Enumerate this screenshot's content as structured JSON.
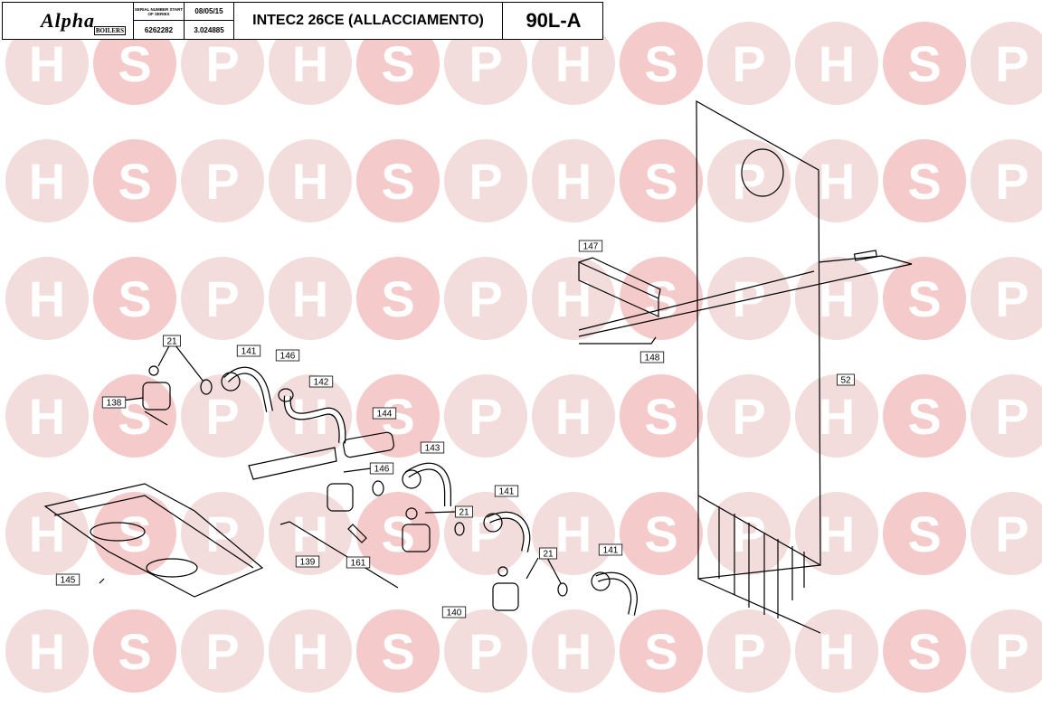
{
  "header": {
    "logo_text": "Alpha",
    "logo_sub": "BOILERS",
    "serial_label": "SERIAL NUMBER START OF SERIES",
    "serial_number": "6262282",
    "date": "08/05/15",
    "version": "3.024885",
    "title": "INTEC2 26CE (ALLACCIAMENTO)",
    "diagram_code": "90L-A"
  },
  "watermark": {
    "letters": [
      "H",
      "S",
      "P"
    ],
    "color_h": "#f2dcdc",
    "color_s": "#f5caca"
  },
  "part_labels": [
    "21",
    "141",
    "146",
    "138",
    "142",
    "144",
    "143",
    "146",
    "21",
    "141",
    "139",
    "161",
    "21",
    "141",
    "140",
    "145",
    "147",
    "148",
    "52"
  ]
}
